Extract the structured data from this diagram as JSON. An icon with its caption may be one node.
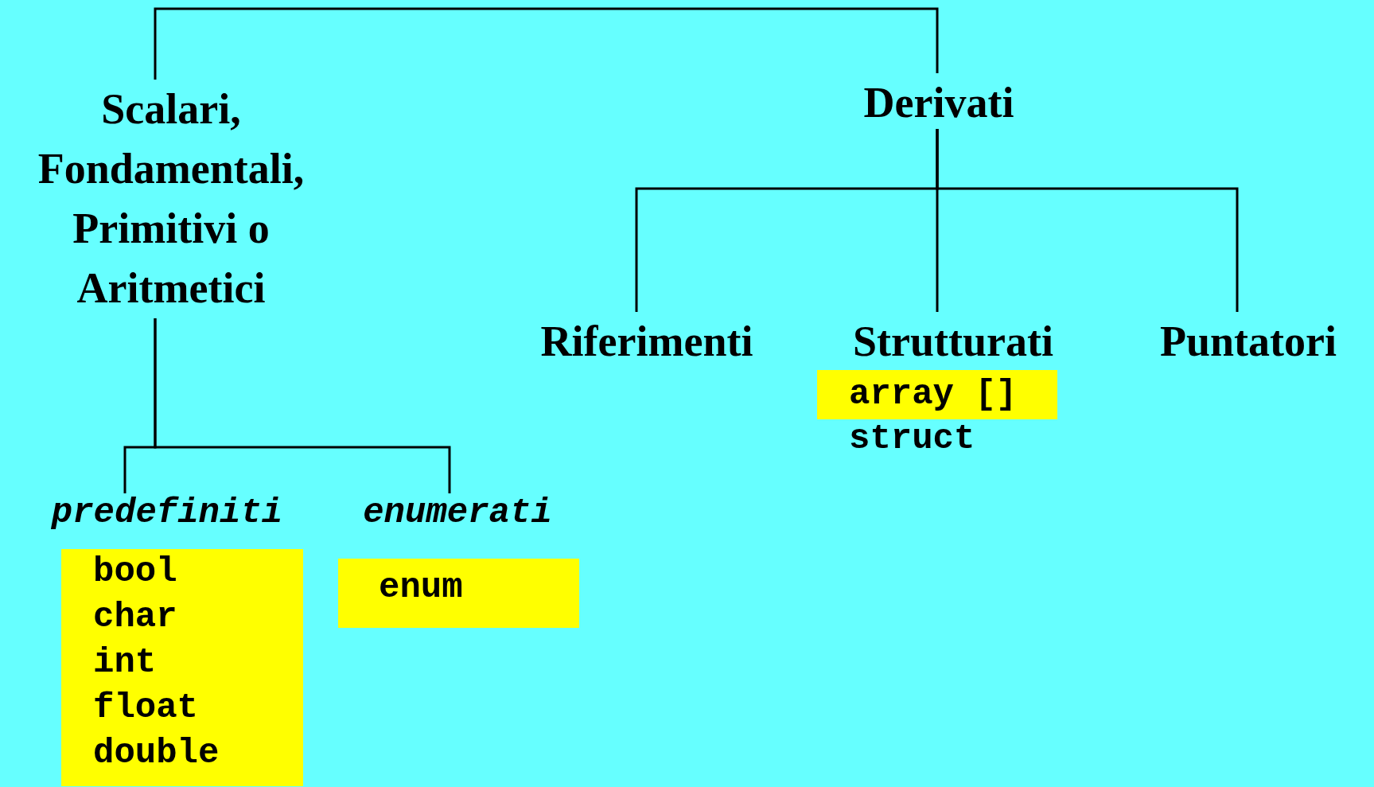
{
  "diagram": {
    "nodes": [
      {
        "text": [
          "Scalari, Fondamentali, Primitivi o Aritmetici"
        ]
      },
      {
        "text": [
          "Derivati"
        ]
      },
      {
        "text": [
          "Riferimenti"
        ]
      },
      {
        "text": [
          "Strutturati"
        ]
      },
      {
        "text": [
          "Puntatori"
        ]
      },
      {
        "text": [
          "predefiniti"
        ]
      },
      {
        "text": [
          "enumerati"
        ]
      },
      {
        "text": [
          "bool",
          "char",
          "int",
          "float",
          "double"
        ]
      },
      {
        "text": [
          "enum"
        ]
      },
      {
        "text": [
          "array []"
        ]
      }
    ],
    "edges": [
      {
        "from": 0,
        "to": 1,
        "arrow": "none"
      },
      {
        "from": 1,
        "to": 2,
        "arrow": "none"
      },
      {
        "from": 1,
        "to": 3,
        "arrow": "none"
      },
      {
        "from": 1,
        "to": 4,
        "arrow": "none"
      },
      {
        "from": 0,
        "to": 5,
        "arrow": "none"
      },
      {
        "from": 0,
        "to": 6,
        "arrow": "none"
      }
    ],
    "labels": [
      "struct"
    ]
  }
}
